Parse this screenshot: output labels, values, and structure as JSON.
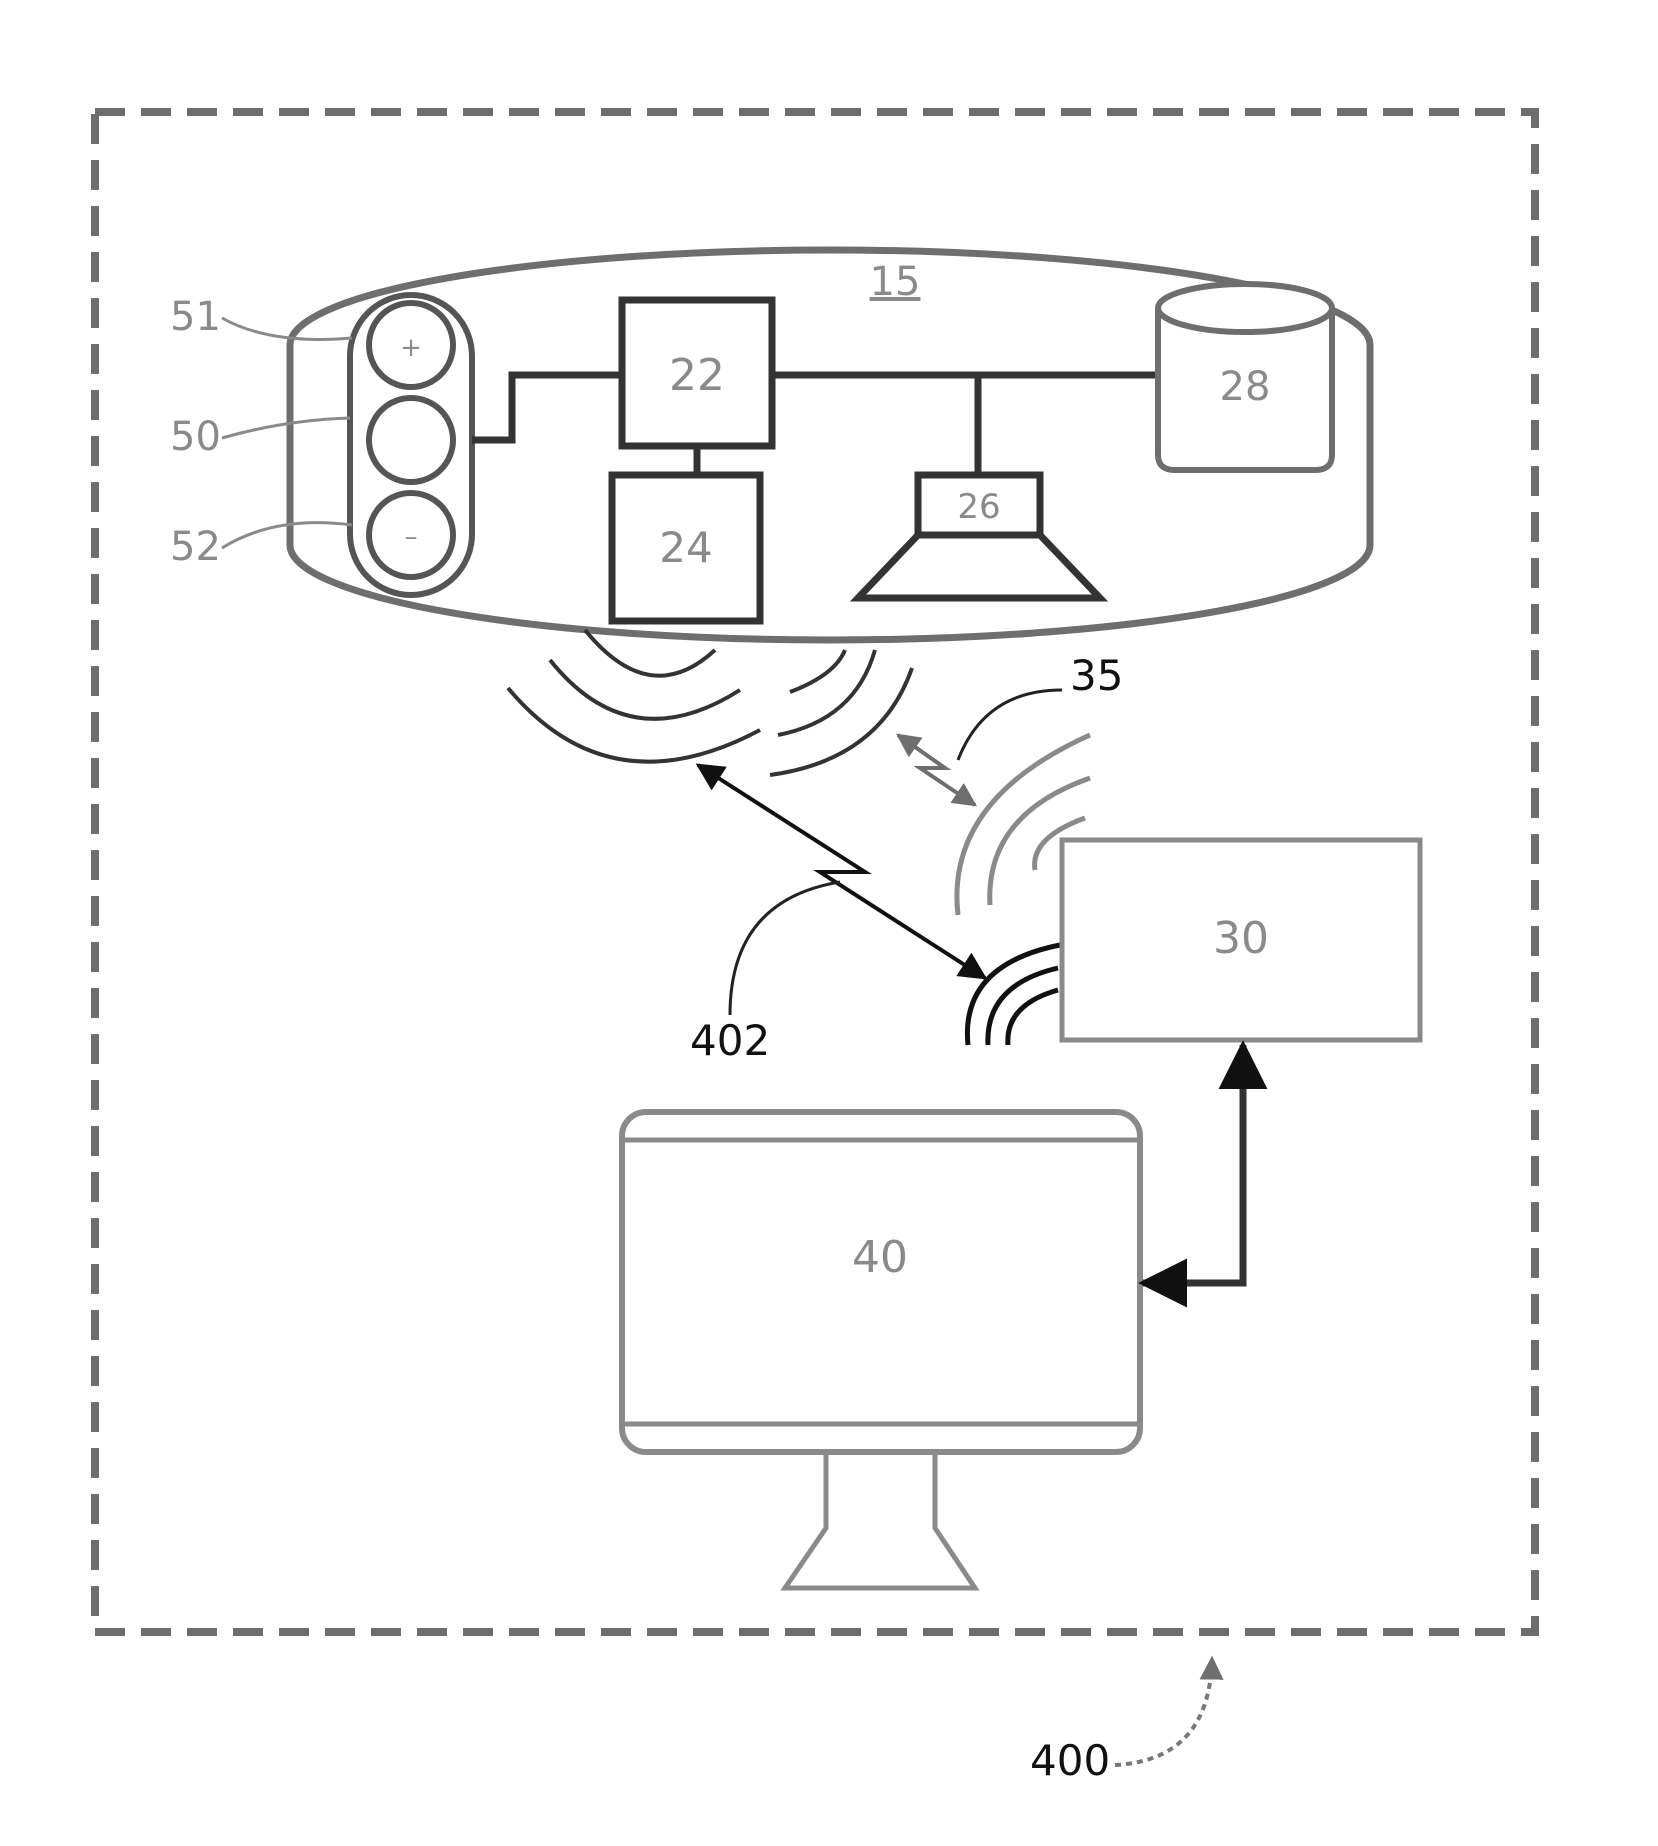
{
  "colors": {
    "ink": "#111111",
    "gray_ink": "#6e6e6e",
    "light_ink": "#9a9a9a",
    "background": "#ffffff"
  },
  "labels": {
    "device": "15",
    "processor": "22",
    "module_24": "24",
    "speaker": "26",
    "storage": "28",
    "button_group": "50",
    "button_plus": "51",
    "button_minus": "52",
    "button_plus_symbol": "+",
    "button_minus_symbol": "–",
    "link_35": "35",
    "link_402": "402",
    "remote_unit": "30",
    "monitor": "40",
    "system": "400"
  }
}
